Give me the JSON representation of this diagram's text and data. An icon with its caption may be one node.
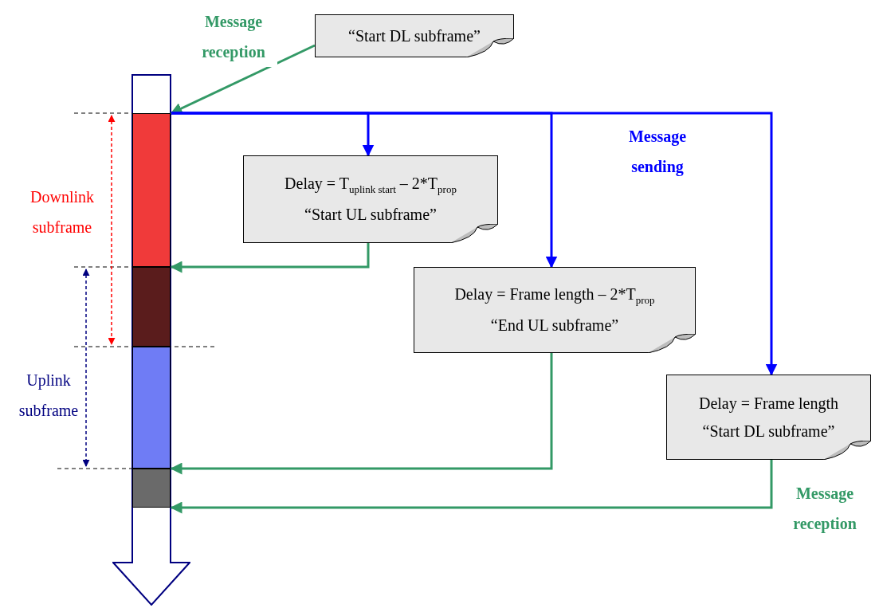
{
  "diagram": {
    "nodes": [
      {
        "text": [
          "“Start DL subframe”"
        ]
      },
      {
        "text": [],
        "shape": "bar"
      },
      {
        "text": [],
        "shape": "bar",
        "in": 1
      },
      {
        "text": [],
        "shape": "bar",
        "in": 1
      },
      {
        "text": [],
        "shape": "bar",
        "in": 1
      },
      {
        "text": [],
        "shape": "bar",
        "in": 1
      },
      {
        "text": [
          "Delay = T$_{uplink start}$ – 2*T$_{prop}$",
          "“Start UL subframe”"
        ]
      },
      {
        "text": [
          "Delay = Frame length – 2*T$_{prop}$",
          "“End UL subframe”"
        ]
      },
      {
        "text": [
          "Delay = Frame length",
          "“Start DL subframe”"
        ]
      }
    ],
    "edges": [
      {
        "from": 0,
        "to": 2,
        "arrow": "to",
        "label": "Message reception",
        "color": "#339966"
      },
      {
        "from": 2,
        "to": 6,
        "arrow": "to",
        "color": "#0000ff"
      },
      {
        "from": 2,
        "to": 7,
        "arrow": "to",
        "color": "#0000ff"
      },
      {
        "from": 2,
        "to": 8,
        "arrow": "to",
        "label": "Message sending",
        "color": "#0000ff"
      },
      {
        "from": 6,
        "to": 3,
        "arrow": "to",
        "color": "#339966"
      },
      {
        "from": 7,
        "to": 5,
        "arrow": "to",
        "color": "#339966"
      },
      {
        "from": 8,
        "to": 5,
        "arrow": "to",
        "label": "Message reception",
        "color": "#339966"
      }
    ],
    "labels": [
      "Downlink subframe",
      "Uplink subframe"
    ]
  }
}
